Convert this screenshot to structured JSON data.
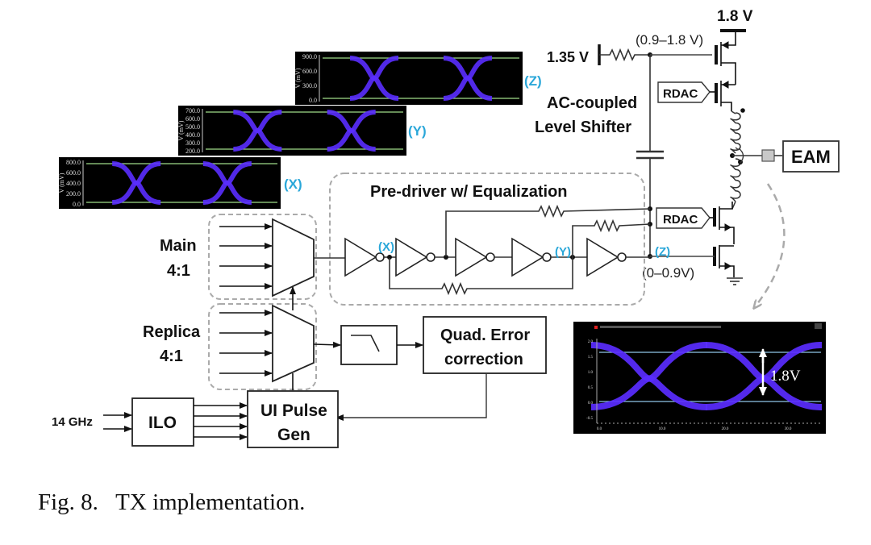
{
  "figure": {
    "caption": "Fig. 8.   TX implementation."
  },
  "supplies": {
    "vdd_high": "1.8 V",
    "bias": "1.35 V",
    "gate_swing_top": "(0.9–1.8 V)",
    "gate_swing_bottom": "(0–0.9V)"
  },
  "blocks": {
    "level_shifter_line1": "AC-coupled",
    "level_shifter_line2": "Level Shifter",
    "rdac_top": "RDAC",
    "rdac_bottom": "RDAC",
    "eam": "EAM",
    "predriver": "Pre-driver w/ Equalization",
    "main_mux_line1": "Main",
    "main_mux_line2": "4:1",
    "replica_mux_line1": "Replica",
    "replica_mux_line2": "4:1",
    "qec_line1": "Quad. Error",
    "qec_line2": "correction",
    "ilo": "ILO",
    "pulse_gen_line1": "UI Pulse",
    "pulse_gen_line2": "Gen",
    "clock_input": "14 GHz"
  },
  "nodes": {
    "x": "(X)",
    "y": "(Y)",
    "z": "(Z)"
  },
  "eye_plots": [
    {
      "id": "Z",
      "label": "(Z)",
      "ylabel": "V (mV)",
      "ticks": [
        "900.0",
        "600.0",
        "300.0",
        "0.0"
      ]
    },
    {
      "id": "Y",
      "label": "(Y)",
      "ylabel": "V (mV)",
      "ticks": [
        "700.0",
        "600.0",
        "500.0",
        "400.0",
        "300.0",
        "200.0"
      ]
    },
    {
      "id": "X",
      "label": "(X)",
      "ylabel": "V (mV)",
      "ticks": [
        "800.0",
        "600.0",
        "400.0",
        "200.0",
        "0.0"
      ]
    }
  ],
  "output_eye": {
    "swing_label": "1.8V",
    "ticks": [
      "2.0",
      "1.5",
      "1.0",
      "0.5",
      "0.0",
      "-0.5"
    ],
    "xticks": [
      "0.0",
      "10.0",
      "20.0",
      "30.0"
    ]
  },
  "colors": {
    "eye_trace": "#5a2dff",
    "node_label": "#2aa7d9",
    "dashed_group": "#a8a8a8"
  }
}
